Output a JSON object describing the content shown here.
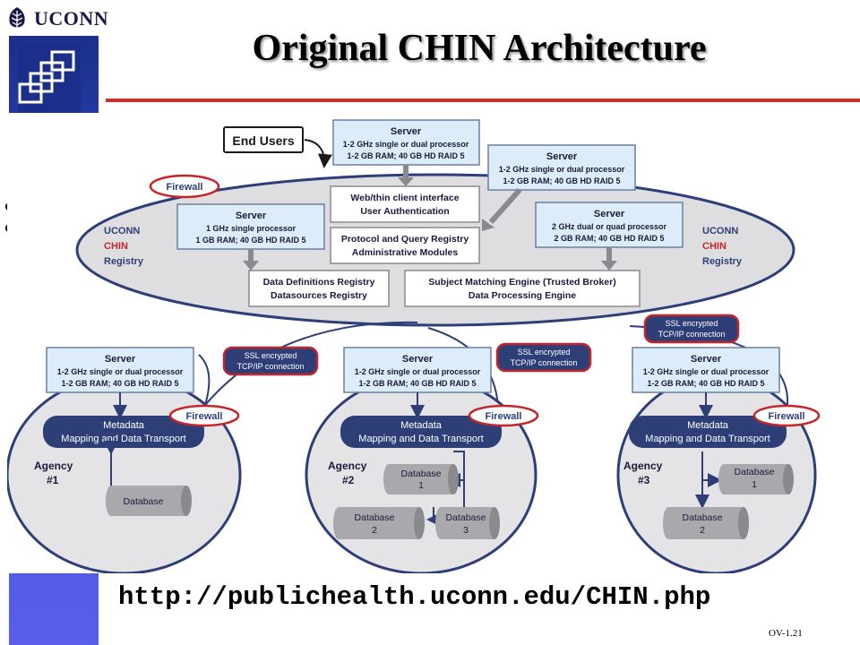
{
  "title": "Original CHIN Architecture",
  "logo": {
    "text": "UCONN"
  },
  "footer": {
    "url": "http://publichealth.uconn.edu/CHIN.php",
    "slide_number": "OV-1.21"
  },
  "colors": {
    "navy": "#2e3f78",
    "server_fill": "#dcecf8",
    "registry_fill": "#dedee0",
    "agency_fill": "#e4e4e6",
    "firewall_red": "#c4252b",
    "title_rule": "#c9302c"
  },
  "diagram": {
    "end_users": "End Users",
    "servers": {
      "top": {
        "title": "Server",
        "lines": [
          "1-2 GHz single or dual processor",
          "1-2 GB RAM; 40 GB HD RAID 5"
        ]
      },
      "right_top": {
        "title": "Server",
        "lines": [
          "1-2 GHz single or dual processor",
          "1-2 GB RAM; 40 GB HD RAID 5"
        ]
      },
      "left_mid": {
        "title": "Server",
        "lines": [
          "1 GHz single processor",
          "1 GB RAM; 40 GB HD RAID 5"
        ]
      },
      "right_mid": {
        "title": "Server",
        "lines": [
          "2 GHz dual or quad processor",
          "2 GB RAM; 40 GB HD RAID 5"
        ]
      },
      "agency1": {
        "title": "Server",
        "lines": [
          "1-2 GHz single or dual processor",
          "1-2 GB RAM; 40 GB HD RAID 5"
        ]
      },
      "agency2": {
        "title": "Server",
        "lines": [
          "1-2 GHz single or dual processor",
          "1-2 GB RAM; 40 GB HD RAID 5"
        ]
      },
      "agency3": {
        "title": "Server",
        "lines": [
          "1-2 GHz single or dual processor",
          "1-2 GB RAM; 40 GB HD RAID 5"
        ]
      }
    },
    "modules": {
      "web": [
        "Web/thin client interface",
        "User Authentication"
      ],
      "protocol": [
        "Protocol and Query Registry",
        "Administrative Modules"
      ],
      "datadef": [
        "Data Definitions Registry",
        "Datasources Registry"
      ],
      "matching": [
        "Subject Matching Engine (Trusted Broker)",
        "Data Processing Engine"
      ]
    },
    "firewall": "Firewall",
    "registry_label": [
      "UCONN",
      "CHIN",
      "Registry"
    ],
    "ssl": [
      "SSL encrypted",
      "TCP/IP connection"
    ],
    "metadata": [
      "Metadata",
      "Mapping and Data Transport"
    ],
    "agencies": [
      {
        "name": "Agency",
        "num": "#1",
        "databases": [
          [
            "Database"
          ]
        ]
      },
      {
        "name": "Agency",
        "num": "#2",
        "databases": [
          [
            "Database",
            "1"
          ],
          [
            "Database",
            "2"
          ],
          [
            "Database",
            "3"
          ]
        ]
      },
      {
        "name": "Agency",
        "num": "#3",
        "databases": [
          [
            "Database",
            "1"
          ],
          [
            "Database",
            "2"
          ]
        ]
      }
    ]
  }
}
